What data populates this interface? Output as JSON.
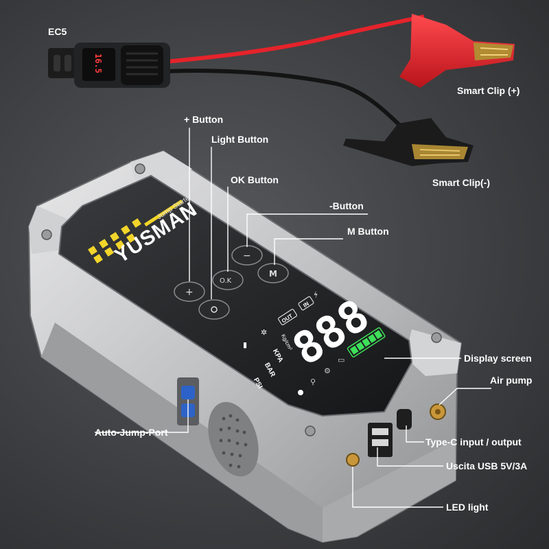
{
  "brand": {
    "name": "YUSMAN",
    "tagline": "Jump Starter"
  },
  "connector": {
    "label": "EC5",
    "readout": "16.5"
  },
  "clips": {
    "positive": "Smart Clip (+)",
    "negative": "Smart Clip(-)"
  },
  "buttons": {
    "plus": "+ Button",
    "light": "Light Button",
    "ok": "OK Button",
    "minus": "-Button",
    "m": "M Button"
  },
  "button_glyphs": {
    "plus": "+",
    "minus": "−",
    "ok": "O.K",
    "m": "M"
  },
  "display": {
    "digits": "888",
    "units": [
      "PSI",
      "BAR",
      "KPA",
      "Kg/cm²"
    ],
    "out_tag": "OUT",
    "in_tag": "IN",
    "battery_level_fraction": 1.0
  },
  "ports": {
    "display_screen": "Display screen",
    "air_pump": "Air pump",
    "auto_jump_port": "Auto-Jump-Port",
    "type_c": "Type-C input / output",
    "usb": "Uscita USB 5V/3A",
    "led": "LED light"
  },
  "colors": {
    "clip_red": "#e5232b",
    "clip_black": "#1a1a1a",
    "accent_yellow": "#f2d52a",
    "display_green": "#3ee05a",
    "brass": "#c9973a"
  }
}
